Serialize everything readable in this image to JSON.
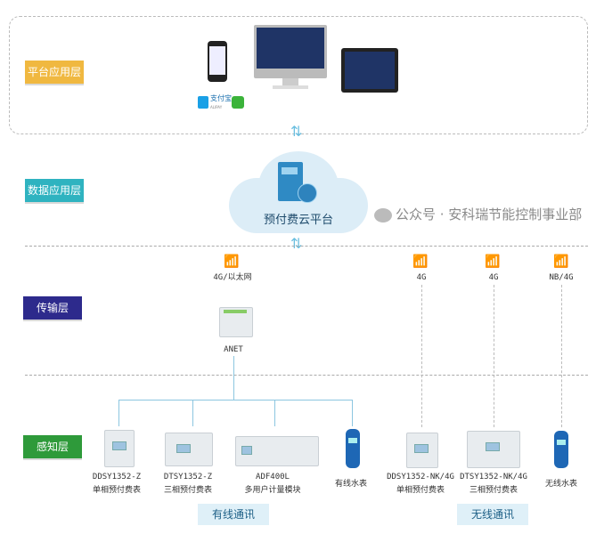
{
  "layers": {
    "platform": "平台应用层",
    "data": "数据应用层",
    "transport": "传输层",
    "perception": "感知层"
  },
  "layer_colors": {
    "platform": "#f0b840",
    "data": "#2fb3c0",
    "transport": "#2d2a8c",
    "perception": "#2e9a3a"
  },
  "platform": {
    "alipay": "支付宝",
    "alipay_sub": "ALIPAY"
  },
  "cloud": {
    "label": "预付费云平台"
  },
  "network": {
    "wired": "4G/以太网",
    "w1": "4G",
    "w2": "4G",
    "w3": "NB/4G"
  },
  "gateway": {
    "label": "ANET"
  },
  "devices": [
    {
      "model": "DDSY1352-Z",
      "name": "单相预付费表"
    },
    {
      "model": "DTSY1352-Z",
      "name": "三相预付费表"
    },
    {
      "model": "ADF400L",
      "name": "多用户计量模块"
    },
    {
      "model": "",
      "name": "有线水表"
    },
    {
      "model": "DDSY1352-NK/4G",
      "name": "单相预付费表"
    },
    {
      "model": "DTSY1352-NK/4G",
      "name": "三相预付费表"
    },
    {
      "model": "",
      "name": "无线水表"
    }
  ],
  "footer": {
    "wired": "有线通讯",
    "wireless": "无线通讯",
    "watermark": "公众号 · 安科瑞节能控制事业部"
  }
}
